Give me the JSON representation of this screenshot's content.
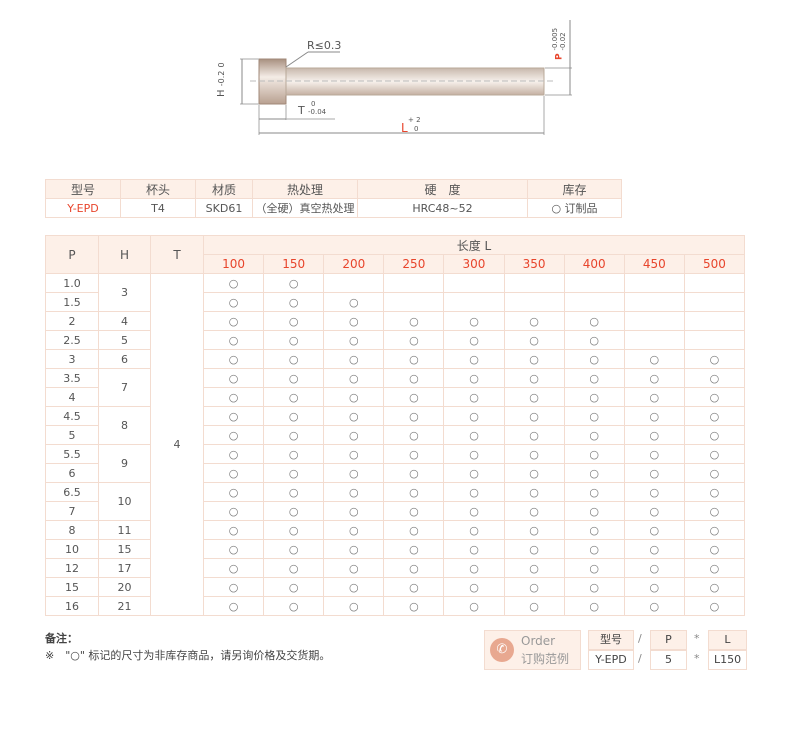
{
  "drawing": {
    "r_label": "R≤0.3",
    "h_label": "H",
    "h_tol_upper": "0",
    "h_tol_lower": "-0.2",
    "t_label": "T",
    "t_tol_upper": "0",
    "t_tol_lower": "-0.04",
    "l_label": "L",
    "l_tol_upper": "+ 2",
    "l_tol_lower": "0",
    "p_label": "P",
    "p_tol_upper": "-0.005",
    "p_tol_lower": "-0.02"
  },
  "spec": {
    "headers": [
      "型号",
      "杯头",
      "材质",
      "热处理",
      "硬　度",
      "库存"
    ],
    "values": [
      "Y-EPD",
      "T4",
      "SKD61",
      "（全硬）真空热处理",
      "HRC48~52",
      "○ 订制品"
    ]
  },
  "sizes": {
    "col_p": "P",
    "col_h": "H",
    "col_t": "T",
    "length_label": "长度 L",
    "lengths": [
      "100",
      "150",
      "200",
      "250",
      "300",
      "350",
      "400",
      "450",
      "500"
    ],
    "t_value": "4",
    "mark": "○",
    "rows": [
      {
        "p": "1.0",
        "h": "3",
        "hspan": 2,
        "avail": 2
      },
      {
        "p": "1.5",
        "avail": 3
      },
      {
        "p": "2",
        "h": "4",
        "hspan": 1,
        "avail": 7
      },
      {
        "p": "2.5",
        "h": "5",
        "hspan": 1,
        "avail": 7
      },
      {
        "p": "3",
        "h": "6",
        "hspan": 1,
        "avail": 9
      },
      {
        "p": "3.5",
        "h": "7",
        "hspan": 2,
        "avail": 9
      },
      {
        "p": "4",
        "avail": 9
      },
      {
        "p": "4.5",
        "h": "8",
        "hspan": 2,
        "avail": 9
      },
      {
        "p": "5",
        "avail": 9
      },
      {
        "p": "5.5",
        "h": "9",
        "hspan": 2,
        "avail": 9
      },
      {
        "p": "6",
        "avail": 9
      },
      {
        "p": "6.5",
        "h": "10",
        "hspan": 2,
        "avail": 9
      },
      {
        "p": "7",
        "avail": 9
      },
      {
        "p": "8",
        "h": "11",
        "hspan": 1,
        "avail": 9
      },
      {
        "p": "10",
        "h": "15",
        "hspan": 1,
        "avail": 9
      },
      {
        "p": "12",
        "h": "17",
        "hspan": 1,
        "avail": 9
      },
      {
        "p": "15",
        "h": "20",
        "hspan": 1,
        "avail": 9
      },
      {
        "p": "16",
        "h": "21",
        "hspan": 1,
        "avail": 9
      }
    ]
  },
  "notes": {
    "title": "备注：",
    "text": "※　\"○\" 标记的尺寸为非库存商品，请另询价格及交货期。"
  },
  "order": {
    "title": "Order",
    "subtitle": "订购范例",
    "h_model": "型号",
    "h_p": "P",
    "h_l": "L",
    "v_model": "Y-EPD",
    "v_p": "5",
    "v_l": "L150",
    "sep1": "/",
    "sep2": "*"
  },
  "colors": {
    "accent": "#e8452c",
    "header_bg": "#fdf0e8",
    "border": "#f3dcd0"
  }
}
